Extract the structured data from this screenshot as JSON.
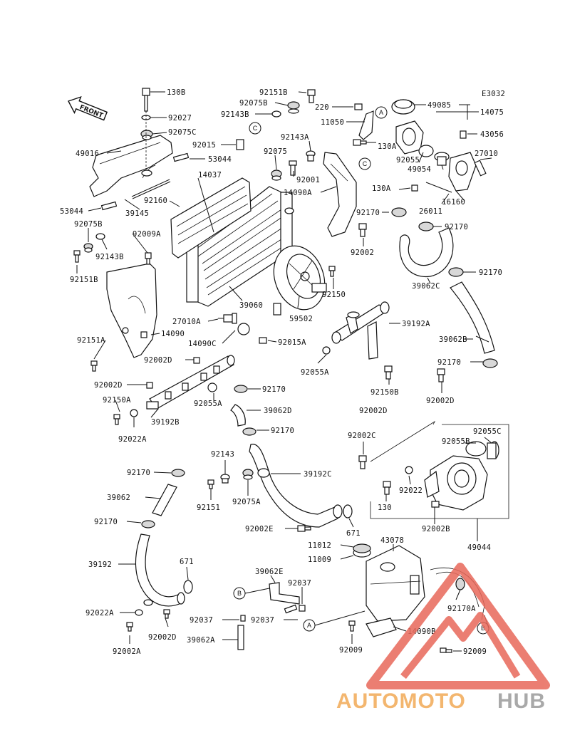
{
  "diagram_code": "E3032",
  "front_label": "FRONT",
  "labels": [
    {
      "id": "l130b",
      "text": "130B"
    },
    {
      "id": "l92027",
      "text": "92027"
    },
    {
      "id": "l92075c",
      "text": "92075C"
    },
    {
      "id": "l49016",
      "text": "49016"
    },
    {
      "id": "l92015",
      "text": "92015"
    },
    {
      "id": "l53044a",
      "text": "53044"
    },
    {
      "id": "l14037",
      "text": "14037"
    },
    {
      "id": "l92160",
      "text": "92160"
    },
    {
      "id": "l53044b",
      "text": "53044"
    },
    {
      "id": "l39145",
      "text": "39145"
    },
    {
      "id": "l92075b_l",
      "text": "92075B"
    },
    {
      "id": "l92009a",
      "text": "92009A"
    },
    {
      "id": "l92143b_l",
      "text": "92143B"
    },
    {
      "id": "l92151b_l",
      "text": "92151B"
    },
    {
      "id": "l92151b_t",
      "text": "92151B"
    },
    {
      "id": "l92075b_t",
      "text": "92075B"
    },
    {
      "id": "l92143b_t",
      "text": "92143B"
    },
    {
      "id": "l92143a",
      "text": "92143A"
    },
    {
      "id": "l92075",
      "text": "92075"
    },
    {
      "id": "l92001",
      "text": "92001"
    },
    {
      "id": "l14090a",
      "text": "14090A"
    },
    {
      "id": "l220",
      "text": "220"
    },
    {
      "id": "l11050",
      "text": "11050"
    },
    {
      "id": "l130a_t",
      "text": "130A"
    },
    {
      "id": "l49085",
      "text": "49085"
    },
    {
      "id": "l14075",
      "text": "14075"
    },
    {
      "id": "l43056",
      "text": "43056"
    },
    {
      "id": "l92055",
      "text": "92055"
    },
    {
      "id": "l49054",
      "text": "49054"
    },
    {
      "id": "l27010",
      "text": "27010"
    },
    {
      "id": "l130a_m",
      "text": "130A"
    },
    {
      "id": "l16160",
      "text": "16160"
    },
    {
      "id": "l26011",
      "text": "26011"
    },
    {
      "id": "l92170_a",
      "text": "92170"
    },
    {
      "id": "l92170_b",
      "text": "92170"
    },
    {
      "id": "l92002",
      "text": "92002"
    },
    {
      "id": "l39062c",
      "text": "39062C"
    },
    {
      "id": "l92170_c",
      "text": "92170"
    },
    {
      "id": "l39060",
      "text": "39060"
    },
    {
      "id": "l59502",
      "text": "59502"
    },
    {
      "id": "l92150",
      "text": "92150"
    },
    {
      "id": "l27010a",
      "text": "27010A"
    },
    {
      "id": "l14090c",
      "text": "14090C"
    },
    {
      "id": "l14090",
      "text": "14090"
    },
    {
      "id": "l92151a",
      "text": "92151A"
    },
    {
      "id": "l92015a",
      "text": "92015A"
    },
    {
      "id": "l39192a",
      "text": "39192A"
    },
    {
      "id": "l39062b",
      "text": "39062B"
    },
    {
      "id": "l92002d_a",
      "text": "92002D"
    },
    {
      "id": "l92055a_r",
      "text": "92055A"
    },
    {
      "id": "l92170_d",
      "text": "92170"
    },
    {
      "id": "l92002d_b",
      "text": "92002D"
    },
    {
      "id": "l92170_e",
      "text": "92170"
    },
    {
      "id": "l92150b",
      "text": "92150B"
    },
    {
      "id": "l92002d_c",
      "text": "92002D"
    },
    {
      "id": "l92002d_d",
      "text": "92002D"
    },
    {
      "id": "l92150a",
      "text": "92150A"
    },
    {
      "id": "l92055a_l",
      "text": "92055A"
    },
    {
      "id": "l39062d",
      "text": "39062D"
    },
    {
      "id": "l39192b",
      "text": "39192B"
    },
    {
      "id": "l92022a_t",
      "text": "92022A"
    },
    {
      "id": "l92170_f",
      "text": "92170"
    },
    {
      "id": "l92002c",
      "text": "92002C"
    },
    {
      "id": "l92055c",
      "text": "92055C"
    },
    {
      "id": "l92055b",
      "text": "92055B"
    },
    {
      "id": "l92143",
      "text": "92143"
    },
    {
      "id": "l92170_g",
      "text": "92170"
    },
    {
      "id": "l39192c",
      "text": "39192C"
    },
    {
      "id": "l92022",
      "text": "92022"
    },
    {
      "id": "l39062",
      "text": "39062"
    },
    {
      "id": "l92151",
      "text": "92151"
    },
    {
      "id": "l92075a",
      "text": "92075A"
    },
    {
      "id": "l130",
      "text": "130"
    },
    {
      "id": "l92002b",
      "text": "92002B"
    },
    {
      "id": "l92170_h",
      "text": "92170"
    },
    {
      "id": "l92002e",
      "text": "92002E"
    },
    {
      "id": "l671_m",
      "text": "671"
    },
    {
      "id": "l49044",
      "text": "49044"
    },
    {
      "id": "l43078",
      "text": "43078"
    },
    {
      "id": "l11012",
      "text": "11012"
    },
    {
      "id": "l11009",
      "text": "11009"
    },
    {
      "id": "l39192",
      "text": "39192"
    },
    {
      "id": "l671_b",
      "text": "671"
    },
    {
      "id": "l39062e",
      "text": "39062E"
    },
    {
      "id": "l92037_a",
      "text": "92037"
    },
    {
      "id": "l92022a_b",
      "text": "92022A"
    },
    {
      "id": "l92037_b",
      "text": "92037"
    },
    {
      "id": "l92037_c",
      "text": "92037"
    },
    {
      "id": "l92002d_e",
      "text": "92002D"
    },
    {
      "id": "l92170a",
      "text": "92170A"
    },
    {
      "id": "l14090b",
      "text": "14090B"
    },
    {
      "id": "l92002a",
      "text": "92002A"
    },
    {
      "id": "l39062a",
      "text": "39062A"
    },
    {
      "id": "l92009_a",
      "text": "92009"
    },
    {
      "id": "l92009_b",
      "text": "92009"
    }
  ],
  "callouts": [
    {
      "id": "cA1",
      "text": "A"
    },
    {
      "id": "cC1",
      "text": "C"
    },
    {
      "id": "cC2",
      "text": "C"
    },
    {
      "id": "cA2",
      "text": "A"
    },
    {
      "id": "cB1",
      "text": "B"
    },
    {
      "id": "cB2",
      "text": "B"
    }
  ],
  "watermark": {
    "part1": "AUTOMOTO",
    "part2": "HUB",
    "logo_color": "#e8685a"
  }
}
